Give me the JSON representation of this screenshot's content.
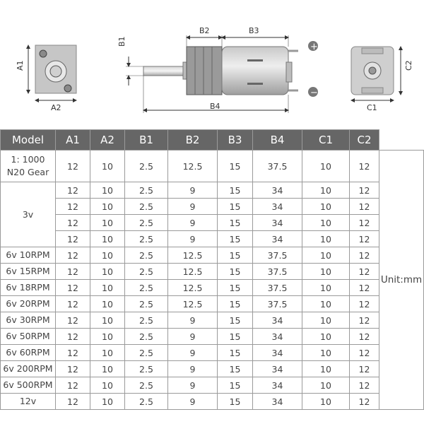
{
  "diagram": {
    "labels": {
      "a1": "A1",
      "a2": "A2",
      "b1": "B1",
      "b2": "B2",
      "b3": "B3",
      "b4": "B4",
      "c1": "C1",
      "c2": "C2",
      "plus": "+",
      "minus": "−"
    }
  },
  "table": {
    "headers": [
      "Model",
      "A1",
      "A2",
      "B1",
      "B2",
      "B3",
      "B4",
      "C1",
      "C2"
    ],
    "unit_note": "Unit:mm",
    "groups": [
      {
        "model": [
          "1:  1000",
          "N20 Gear"
        ],
        "rows": [
          [
            "12",
            "10",
            "2.5",
            "12.5",
            "15",
            "37.5",
            "10",
            "12"
          ]
        ]
      },
      {
        "model": [
          "3v"
        ],
        "rows": [
          [
            "12",
            "10",
            "2.5",
            "9",
            "15",
            "34",
            "10",
            "12"
          ],
          [
            "12",
            "10",
            "2.5",
            "9",
            "15",
            "34",
            "10",
            "12"
          ],
          [
            "12",
            "10",
            "2.5",
            "9",
            "15",
            "34",
            "10",
            "12"
          ],
          [
            "12",
            "10",
            "2.5",
            "9",
            "15",
            "34",
            "10",
            "12"
          ]
        ]
      },
      {
        "model": [
          "6v 10RPM"
        ],
        "rows": [
          [
            "12",
            "10",
            "2.5",
            "12.5",
            "15",
            "37.5",
            "10",
            "12"
          ]
        ]
      },
      {
        "model": [
          "6v 15RPM"
        ],
        "rows": [
          [
            "12",
            "10",
            "2.5",
            "12.5",
            "15",
            "37.5",
            "10",
            "12"
          ]
        ]
      },
      {
        "model": [
          "6v 18RPM"
        ],
        "rows": [
          [
            "12",
            "10",
            "2.5",
            "12.5",
            "15",
            "37.5",
            "10",
            "12"
          ]
        ]
      },
      {
        "model": [
          "6v 20RPM"
        ],
        "rows": [
          [
            "12",
            "10",
            "2.5",
            "12.5",
            "15",
            "37.5",
            "10",
            "12"
          ]
        ]
      },
      {
        "model": [
          "6v 30RPM"
        ],
        "rows": [
          [
            "12",
            "10",
            "2.5",
            "9",
            "15",
            "34",
            "10",
            "12"
          ]
        ]
      },
      {
        "model": [
          "6v 50RPM"
        ],
        "rows": [
          [
            "12",
            "10",
            "2.5",
            "9",
            "15",
            "34",
            "10",
            "12"
          ]
        ]
      },
      {
        "model": [
          "6v 60RPM"
        ],
        "rows": [
          [
            "12",
            "10",
            "2.5",
            "9",
            "15",
            "34",
            "10",
            "12"
          ]
        ]
      },
      {
        "model": [
          "6v 200RPM"
        ],
        "rows": [
          [
            "12",
            "10",
            "2.5",
            "9",
            "15",
            "34",
            "10",
            "12"
          ]
        ]
      },
      {
        "model": [
          "6v 500RPM"
        ],
        "rows": [
          [
            "12",
            "10",
            "2.5",
            "9",
            "15",
            "34",
            "10",
            "12"
          ]
        ]
      },
      {
        "model": [
          "12v"
        ],
        "rows": [
          [
            "12",
            "10",
            "2.5",
            "9",
            "15",
            "34",
            "10",
            "12"
          ]
        ]
      }
    ]
  }
}
